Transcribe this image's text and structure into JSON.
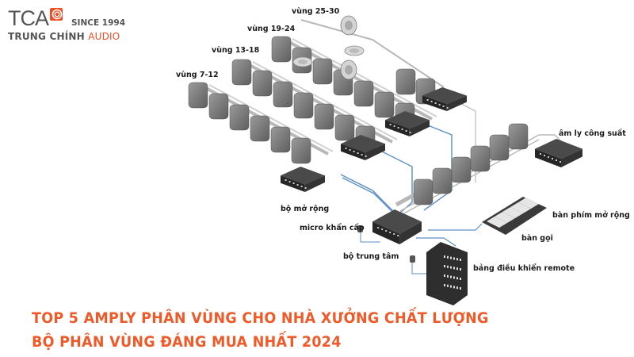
{
  "brand": {
    "logo_text": "TCA",
    "since": "SINCE 1994",
    "name_main": "TRUNG CHÍNH ",
    "name_accent": "AUDIO",
    "accent_color": "#f04e23",
    "logo_icon": "concentric-circles-icon"
  },
  "diagram": {
    "zone_labels": [
      "vùng 25-30",
      "vùng 19-24",
      "vùng 13-18",
      "vùng 7-12"
    ],
    "device_labels": {
      "power_amp": "âm ly công suất",
      "expander": "bộ mở rộng",
      "emergency_mic": "micro khẩn cấp",
      "central_unit": "bộ trung tâm",
      "expansion_keypad": "bàn phím mở rộng",
      "call_station": "bàn gọi",
      "remote_panel": "bảng điều khiển remote"
    },
    "colors": {
      "speaker": "#7a7a7a",
      "device": "#3a3a3a",
      "cable_blue": "#5b8fc7",
      "cable_gray": "#b8b8b8"
    }
  },
  "headline": {
    "line1": "TOP 5 AMPLY PHÂN VÙNG CHO NHÀ XƯỞNG CHẤT LƯỢNG",
    "line2": "BỘ PHÂN VÙNG ĐÁNG MUA NHẤT 2024",
    "color": "#f05a28"
  }
}
